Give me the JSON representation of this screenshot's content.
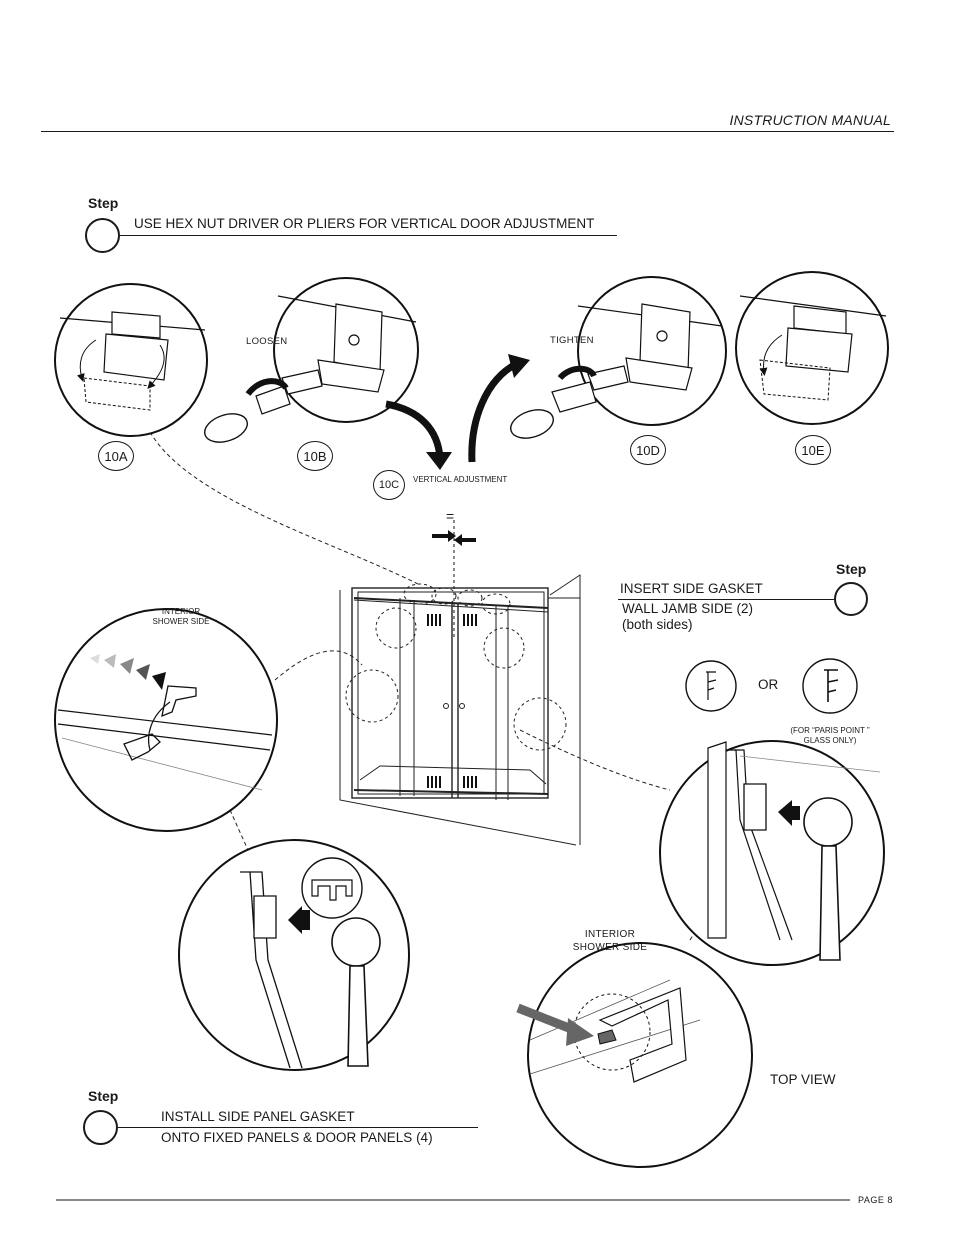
{
  "header": {
    "title": "INSTRUCTION MANUAL"
  },
  "step_top": {
    "label": "Step",
    "instruction": "USE HEX NUT DRIVER OR PLIERS FOR VERTICAL DOOR ADJUSTMENT"
  },
  "figures": {
    "loosen": "LOOSEN",
    "tighten": "TIGHTEN",
    "vertical_adjustment": "VERTICAL  ADJUSTMENT",
    "tags": [
      "10A",
      "10B",
      "10C",
      "10D",
      "10E"
    ],
    "interior_shower_side_1": [
      "INTERIOR",
      "SHOWER SIDE"
    ],
    "interior_shower_side_2": [
      "INTERIOR",
      "SHOWER SIDE"
    ],
    "or_label": "OR",
    "paris_point_note": [
      "(FOR “PARIS POINT ”",
      "GLASS ONLY)"
    ],
    "top_view": "TOP VIEW",
    "equal_mark": "="
  },
  "step_right": {
    "label": "Step",
    "title": "INSERT SIDE GASKET",
    "line1": "WALL JAMB SIDE (2)",
    "line2": "(both sides)"
  },
  "step_bottom": {
    "label": "Step",
    "line1": "INSTALL SIDE PANEL GASKET",
    "line2": "ONTO FIXED PANELS & DOOR PANELS (4)"
  },
  "footer": {
    "page": "PAGE 8"
  }
}
